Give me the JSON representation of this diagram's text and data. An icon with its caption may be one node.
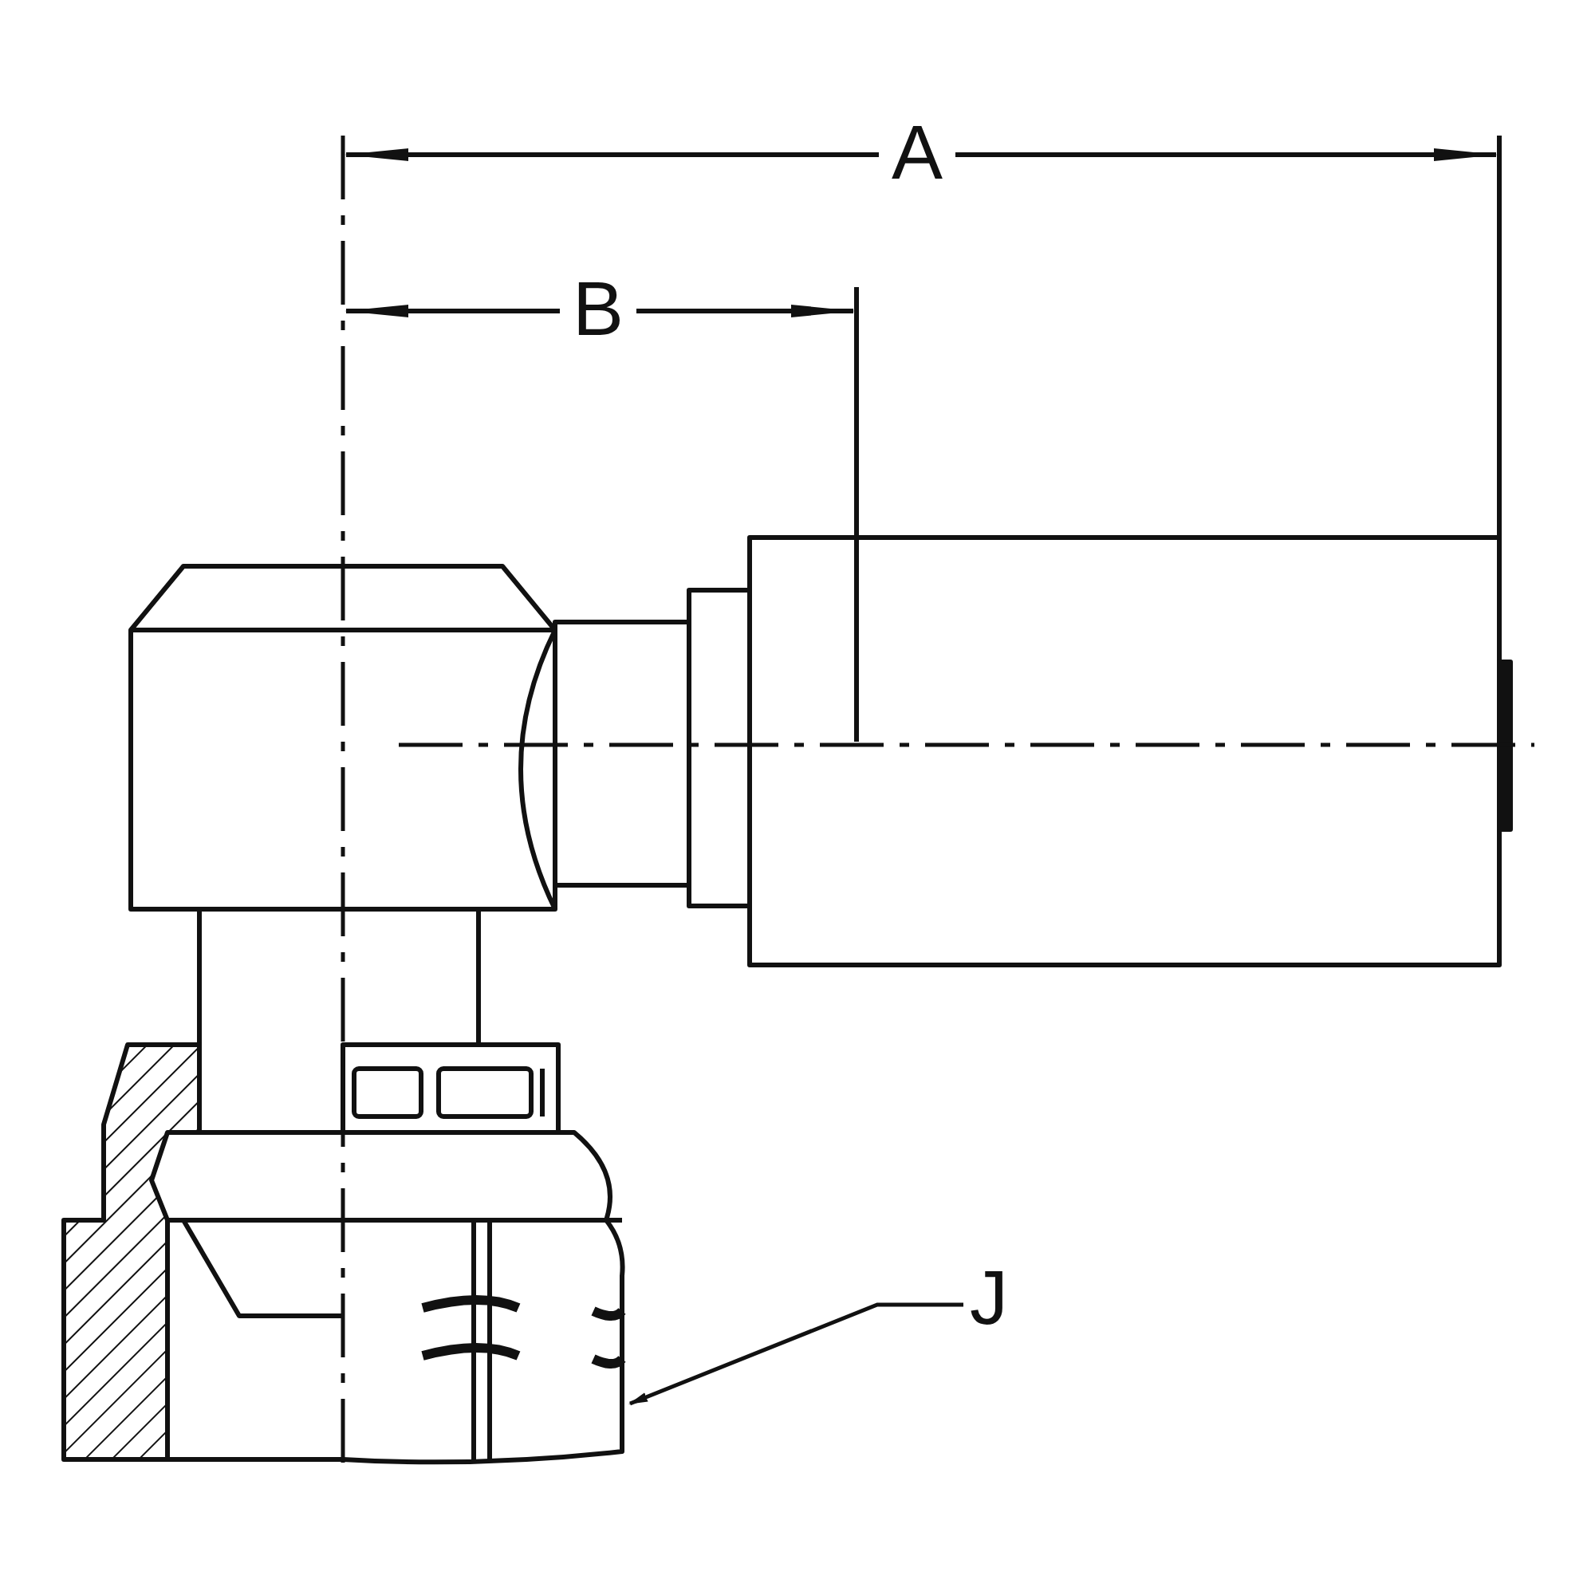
{
  "diagram": {
    "nodes": [
      {
        "text": [
          "J"
        ]
      },
      {
        "text": [],
        "shape": "picture"
      }
    ],
    "edges": [
      {
        "from": 0,
        "to": 1,
        "arrow": "to"
      }
    ],
    "labels": [
      "A",
      "B"
    ]
  }
}
